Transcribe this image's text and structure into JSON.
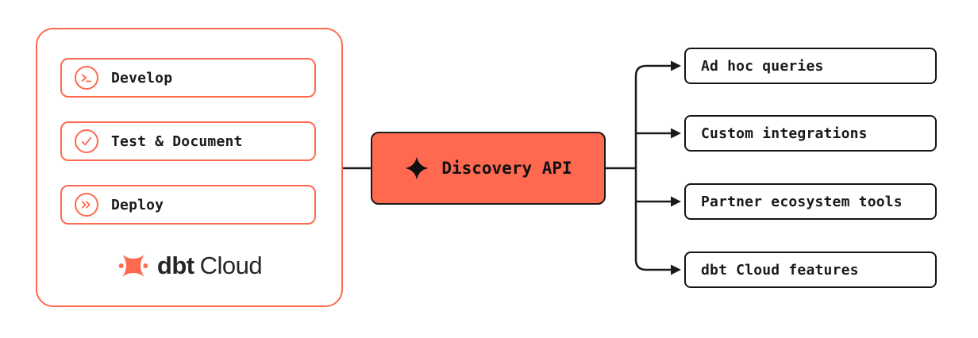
{
  "colors": {
    "brand_orange": "#FF6A4F",
    "api_node_fill": "#FF6950",
    "ink": "#1A1A1A",
    "background": "#FFFFFF"
  },
  "left_panel": {
    "items": [
      {
        "icon": "terminal-prompt-icon",
        "label": "Develop"
      },
      {
        "icon": "check-circle-icon",
        "label": "Test & Document"
      },
      {
        "icon": "double-chevron-circle-icon",
        "label": "Deploy"
      }
    ],
    "logo": {
      "mark": "dbt-logo-mark",
      "text_bold": "dbt",
      "text_regular": "Cloud"
    }
  },
  "center_node": {
    "icon": "sparkle-icon",
    "label": "Discovery API"
  },
  "right_nodes": [
    {
      "label": "Ad hoc queries"
    },
    {
      "label": "Custom integrations"
    },
    {
      "label": "Partner ecosystem tools"
    },
    {
      "label": "dbt Cloud features"
    }
  ]
}
